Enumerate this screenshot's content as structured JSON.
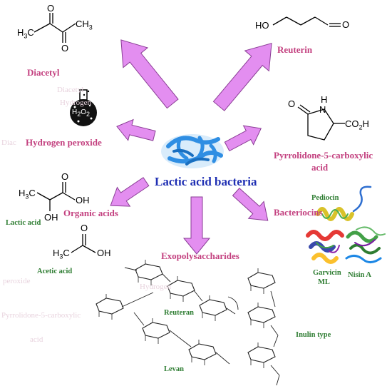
{
  "center_label": "Lactic acid bacteria",
  "products": {
    "diacetyl": "Diacetyl",
    "reuterin": "Reuterin",
    "hydrogen_peroxide": "Hydrogen peroxide",
    "pyrrolidone_line1": "Pyrrolidone-5-carboxylic",
    "pyrrolidone_line2": "acid",
    "organic_acids": "Organic acids",
    "bacteriocins": "Bacteriocins",
    "exopolysaccharides": "Exopolysaccharides"
  },
  "examples": {
    "lactic_acid": "Lactic acid",
    "acetic_acid": "Acetic acid",
    "reuteran": "Reuteran",
    "levan": "Levan",
    "inulin": "Inulin type",
    "pediocin": "Pediocin",
    "garvicin_line1": "Garvicin",
    "garvicin_line2": "ML",
    "nisin": "Nisin A"
  },
  "ghost_text": {
    "g1": "Diacetyl",
    "g2": "Hydrogen",
    "g3": "Diac",
    "g4": "Hydrogen",
    "g5": "peroxide",
    "g6": "Pyrrolidone-5-carboxylic",
    "g7": "acid"
  },
  "chemistry": {
    "h3c": "H3C",
    "ch3": "CH3",
    "o": "O",
    "ho": "HO",
    "h": "H",
    "n": "N",
    "co2h": "CO2H",
    "oh": "OH",
    "h2o2": "H2O2"
  },
  "colors": {
    "arrow_fill": "#e38ef0",
    "arrow_stroke": "#8a3d95",
    "center_text": "#1f2fb3",
    "product_text": "#c3407f",
    "example_text": "#2e7d32",
    "bacteria": "#2f8ee3"
  }
}
